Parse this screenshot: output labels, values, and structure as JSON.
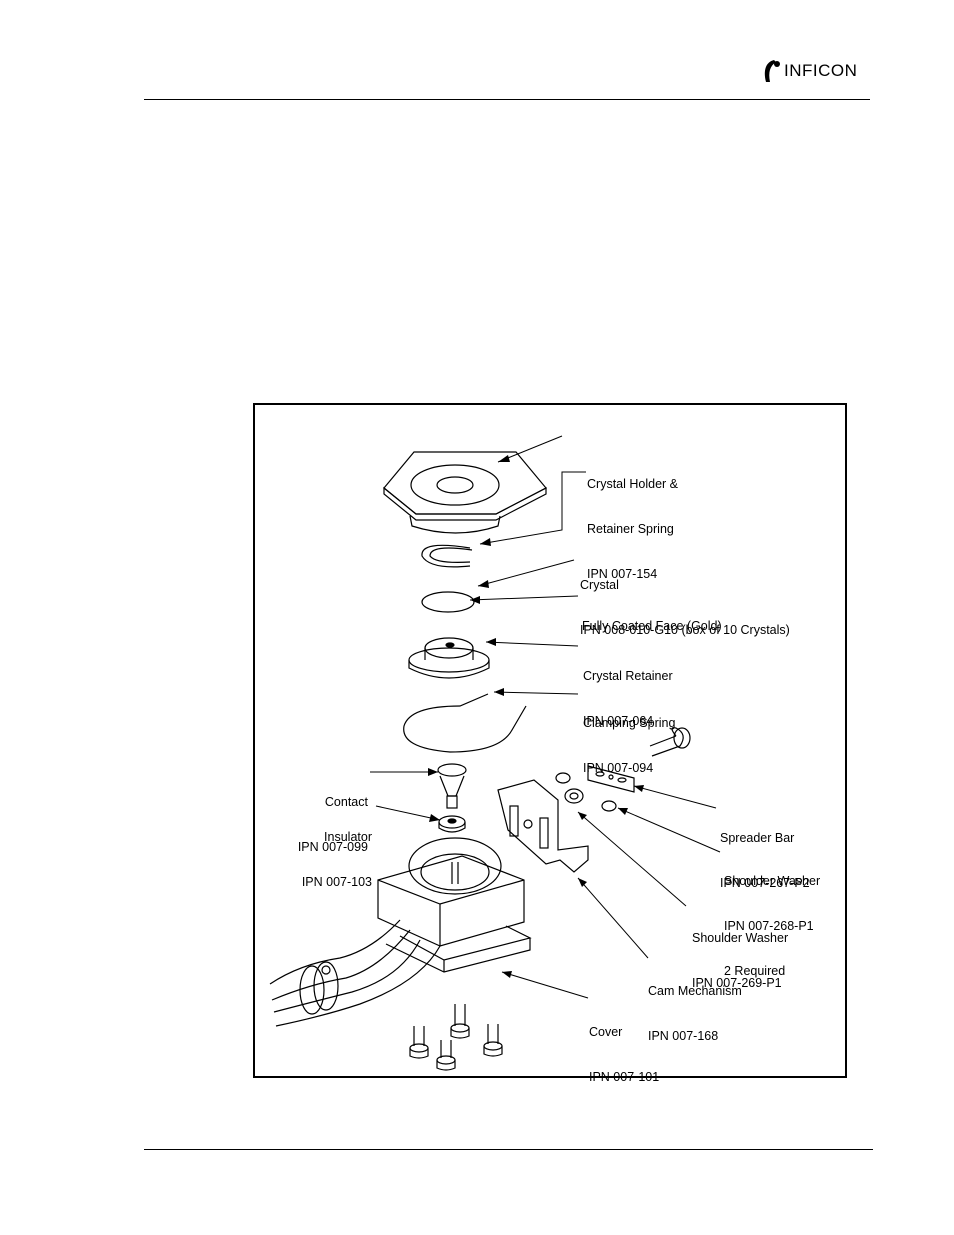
{
  "header": {
    "logo_text": "INFICON"
  },
  "figure": {
    "callouts": [
      {
        "lines": [
          "Crystal Holder &",
          "Retainer Spring",
          "IPN 007-154"
        ]
      },
      {
        "lines": [
          "Crystal",
          "IPN 008-010-G10 (box of 10 Crystals)"
        ]
      },
      {
        "lines": [
          "Fully Coated Face (Gold)"
        ]
      },
      {
        "lines": [
          "Crystal Retainer",
          "IPN 007-064"
        ]
      },
      {
        "lines": [
          "Clamping Spring",
          "IPN 007-094"
        ]
      },
      {
        "lines": [
          "Contact",
          "IPN 007-099"
        ]
      },
      {
        "lines": [
          "Insulator",
          "IPN 007-103"
        ]
      },
      {
        "lines": [
          "Spreader Bar",
          "IPN 007-267-P2"
        ]
      },
      {
        "lines": [
          "Shoulder Washer",
          "IPN 007-268-P1",
          "2 Required"
        ]
      },
      {
        "lines": [
          "Shoulder Washer",
          "IPN 007-269-P1"
        ]
      },
      {
        "lines": [
          "Cam Mechanism",
          "IPN 007-168"
        ]
      },
      {
        "lines": [
          "Cover",
          "IPN 007-101"
        ]
      }
    ]
  }
}
